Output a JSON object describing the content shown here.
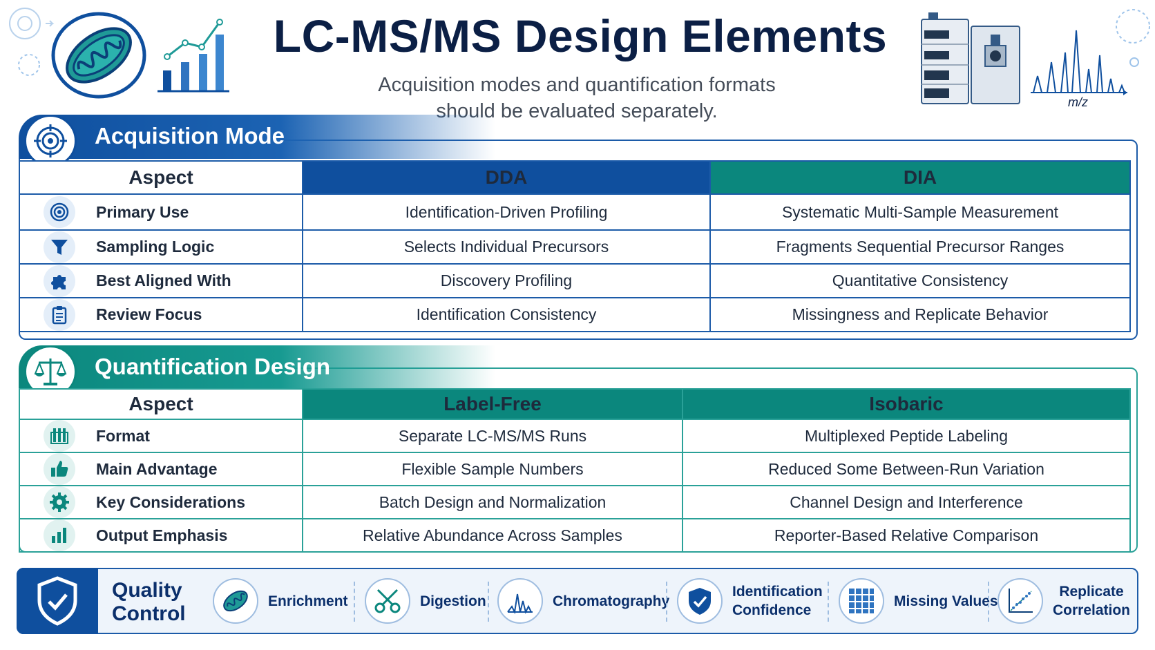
{
  "header": {
    "title": "LC-MS/MS Design Elements",
    "subtitle_line1": "Acquisition modes and quantification formats",
    "subtitle_line2": "should be evaluated separately.",
    "axis_label": "m/z"
  },
  "colors": {
    "navy": "#0f4f9e",
    "teal": "#0b877d",
    "text": "#0f1f3d"
  },
  "acquisition": {
    "title": "Acquisition Mode",
    "aspect_header": "Aspect",
    "col1": "DDA",
    "col2": "DIA",
    "rows": [
      {
        "icon": "target-icon",
        "label": "Primary Use",
        "v1": "Identification-Driven Profiling",
        "v2": "Systematic Multi-Sample Measurement"
      },
      {
        "icon": "funnel-icon",
        "label": "Sampling Logic",
        "v1": "Selects Individual Precursors",
        "v2": "Fragments Sequential Precursor Ranges"
      },
      {
        "icon": "puzzle-icon",
        "label": "Best Aligned With",
        "v1": "Discovery Profiling",
        "v2": "Quantitative Consistency"
      },
      {
        "icon": "clipboard-icon",
        "label": "Review Focus",
        "v1": "Identification Consistency",
        "v2": "Missingness and Replicate Behavior"
      }
    ]
  },
  "quantification": {
    "title": "Quantification Design",
    "aspect_header": "Aspect",
    "col1": "Label-Free",
    "col2": "Isobaric",
    "rows": [
      {
        "icon": "test-tubes-icon",
        "label": "Format",
        "v1": "Separate LC-MS/MS Runs",
        "v2": "Multiplexed Peptide Labeling"
      },
      {
        "icon": "thumbs-up-icon",
        "label": "Main Advantage",
        "v1": "Flexible Sample Numbers",
        "v2": "Reduced Some Between-Run Variation"
      },
      {
        "icon": "gear-icon",
        "label": "Key Considerations",
        "v1": "Batch Design and Normalization",
        "v2": "Channel Design and Interference"
      },
      {
        "icon": "bar-chart-icon",
        "label": "Output Emphasis",
        "v1": "Relative Abundance Across Samples",
        "v2": "Reporter-Based Relative Comparison"
      }
    ]
  },
  "quality_control": {
    "title_line1": "Quality",
    "title_line2": "Control",
    "items": [
      {
        "icon": "mitochondria-icon",
        "line1": "Enrichment",
        "line2": ""
      },
      {
        "icon": "scissors-icon",
        "line1": "Digestion",
        "line2": ""
      },
      {
        "icon": "chromatogram-icon",
        "line1": "Chromatography",
        "line2": ""
      },
      {
        "icon": "shield-check-icon",
        "line1": "Identification",
        "line2": "Confidence"
      },
      {
        "icon": "grid-icon",
        "line1": "Missing Values",
        "line2": ""
      },
      {
        "icon": "scatter-icon",
        "line1": "Replicate",
        "line2": "Correlation"
      }
    ]
  }
}
